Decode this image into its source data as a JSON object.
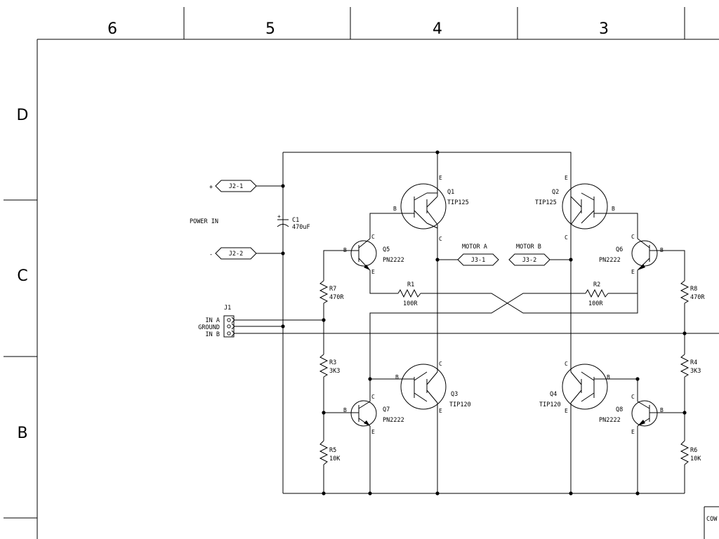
{
  "frame": {
    "columns": [
      "6",
      "5",
      "4",
      "3"
    ],
    "rows": [
      "D",
      "C",
      "B"
    ],
    "title_block_fragment": "COW"
  },
  "power": {
    "title": "POWER IN",
    "plus_sign": "+",
    "minus_sign": "-",
    "plus_connector": "J2-1",
    "minus_connector": "J2-2"
  },
  "capacitor": {
    "ref": "C1",
    "value": "470uF"
  },
  "input_header": {
    "ref": "J1",
    "pins": [
      "IN A",
      "GROUND",
      "IN B"
    ]
  },
  "motor": {
    "a_label": "MOTOR A",
    "b_label": "MOTOR B",
    "a_connector": "J3-1",
    "b_connector": "J3-2"
  },
  "transistors": {
    "q1": {
      "ref": "Q1",
      "part": "TIP125"
    },
    "q2": {
      "ref": "Q2",
      "part": "TIP125"
    },
    "q3": {
      "ref": "Q3",
      "part": "TIP120"
    },
    "q4": {
      "ref": "Q4",
      "part": "TIP120"
    },
    "q5": {
      "ref": "Q5",
      "part": "PN2222"
    },
    "q6": {
      "ref": "Q6",
      "part": "PN2222"
    },
    "q7": {
      "ref": "Q7",
      "part": "PN2222"
    },
    "q8": {
      "ref": "Q8",
      "part": "PN2222"
    }
  },
  "resistors": {
    "r1": {
      "ref": "R1",
      "value": "100R"
    },
    "r2": {
      "ref": "R2",
      "value": "100R"
    },
    "r3": {
      "ref": "R3",
      "value": "3K3"
    },
    "r4": {
      "ref": "R4",
      "value": "3K3"
    },
    "r5": {
      "ref": "R5",
      "value": "10K"
    },
    "r6": {
      "ref": "R6",
      "value": "10K"
    },
    "r7": {
      "ref": "R7",
      "value": "470R"
    },
    "r8": {
      "ref": "R8",
      "value": "470R"
    }
  },
  "pin_letters": {
    "base": "B",
    "collector": "C",
    "emitter": "E"
  }
}
